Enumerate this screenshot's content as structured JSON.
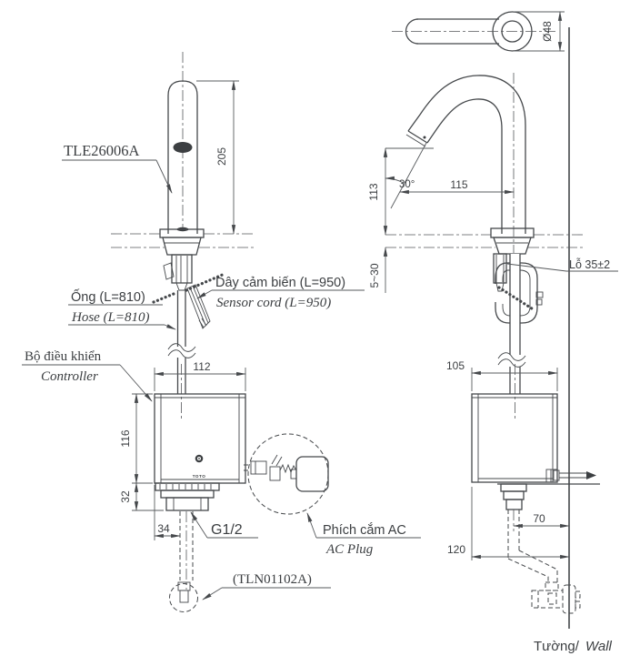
{
  "front_view": {
    "product_code": "TLE26006A",
    "dim_spout_height": "205",
    "hose_label_vi": "Ống (L=810)",
    "hose_label_en": "Hose (L=810)",
    "sensor_cord_label_vi": "Dây cảm biến (L=950)",
    "sensor_cord_label_en": "Sensor cord (L=950)",
    "controller_label_vi": "Bộ điều khiển",
    "controller_label_en": "Controller",
    "controller_logo": "TOTO",
    "dim_controller_width": "112",
    "dim_controller_height": "116",
    "dim_fitting_height": "32",
    "dim_pipe_offset": "34",
    "thread_label": "G1/2",
    "stop_valve_code": "(TLN01102A)",
    "ac_plug_label_vi": "Phích cắm AC",
    "ac_plug_label_en": "AC Plug"
  },
  "side_view": {
    "dim_spout_diameter": "Ø48",
    "dim_outlet_height": "113",
    "dim_outlet_reach": "115",
    "dim_outlet_angle": "30°",
    "dim_deck_thickness": "5~30",
    "hole_label": "Lỗ 35±2",
    "dim_controller_depth": "105",
    "dim_pipe_to_wall": "70",
    "dim_controller_to_wall": "120",
    "wall_label_vi": "Tường/",
    "wall_label_en": "Wall"
  }
}
